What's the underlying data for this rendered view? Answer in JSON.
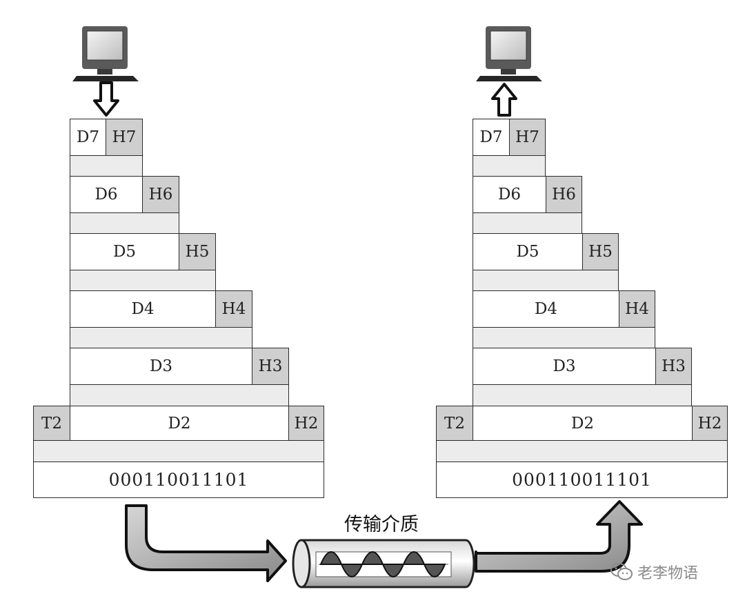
{
  "left_stack": {
    "layers": [
      {
        "data": "D7",
        "header": "H7"
      },
      {
        "data": "D6",
        "header": "H6"
      },
      {
        "data": "D5",
        "header": "H5"
      },
      {
        "data": "D4",
        "header": "H4"
      },
      {
        "data": "D3",
        "header": "H3"
      }
    ],
    "link_layer": {
      "trailer": "T2",
      "data": "D2",
      "header": "H2"
    },
    "bits": "000110011101"
  },
  "right_stack": {
    "layers": [
      {
        "data": "D7",
        "header": "H7"
      },
      {
        "data": "D6",
        "header": "H6"
      },
      {
        "data": "D5",
        "header": "H5"
      },
      {
        "data": "D4",
        "header": "H4"
      },
      {
        "data": "D3",
        "header": "H3"
      }
    ],
    "link_layer": {
      "trailer": "T2",
      "data": "D2",
      "header": "H2"
    },
    "bits": "000110011101"
  },
  "medium": {
    "label": "传输介质"
  },
  "watermark": {
    "text": "老李物语",
    "icon": "wechat-icon"
  },
  "icons": {
    "sender": "computer-icon",
    "receiver": "computer-icon",
    "down_arrow": "arrow-down-icon",
    "up_arrow": "arrow-up-icon"
  },
  "colors": {
    "header_fill": "#cfcfcf",
    "separator_fill": "#ececec",
    "data_fill": "#ffffff",
    "outline": "#2a2a2a"
  }
}
